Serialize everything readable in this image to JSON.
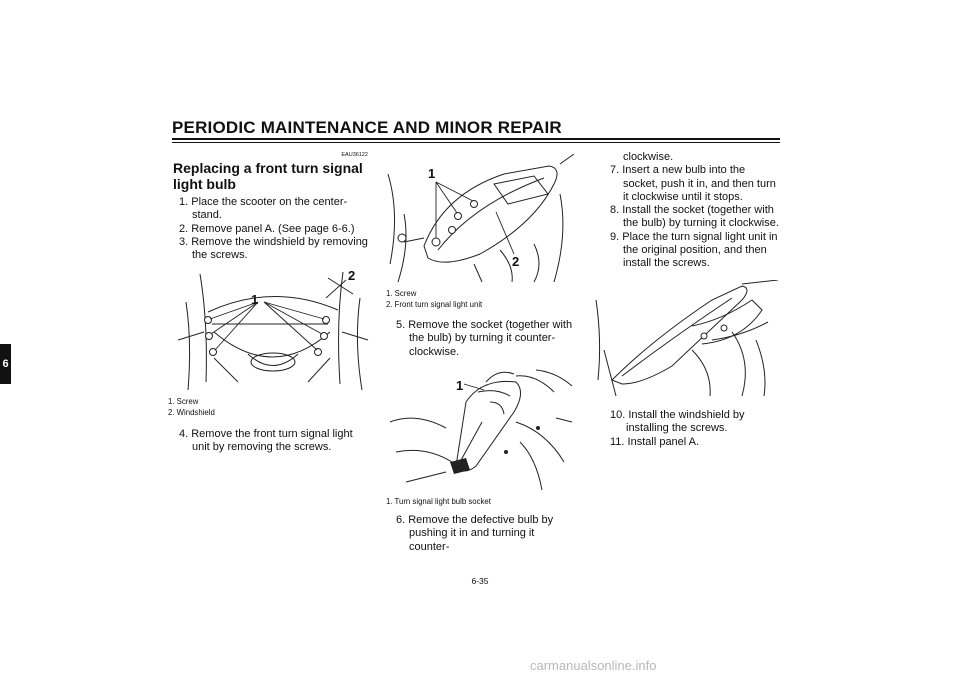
{
  "header": {
    "title": "PERIODIC MAINTENANCE AND MINOR REPAIR"
  },
  "chapter_tab": "6",
  "section": {
    "code": "EAU36122",
    "title": "Replacing a front turn signal light bulb"
  },
  "col1": {
    "steps": [
      "1. Place the scooter on the center-stand.",
      "2. Remove panel A. (See page 6-6.)",
      "3. Remove the windshield by removing the screws."
    ],
    "figure1": {
      "callouts": [
        "1",
        "2"
      ],
      "captions": [
        "1. Screw",
        "2. Windshield"
      ]
    },
    "step4": "4. Remove the front turn signal light unit by removing the screws."
  },
  "col2": {
    "figure2": {
      "callouts": [
        "1",
        "2"
      ],
      "captions": [
        "1. Screw",
        "2. Front turn signal light unit"
      ]
    },
    "step5": "5. Remove the socket (together with the bulb) by turning it counter-clockwise.",
    "figure3": {
      "callouts": [
        "1"
      ],
      "captions": [
        "1. Turn signal light bulb socket"
      ]
    },
    "step6": "6. Remove the defective bulb by pushing it in and turning it counter-"
  },
  "col3": {
    "continuation": "clockwise.",
    "steps": [
      "7. Insert a new bulb into the socket, push it in, and then turn it clockwise until it stops.",
      "8. Install the socket (together with the bulb) by turning it clockwise.",
      "9. Place the turn signal light unit in the original position, and then install the screws."
    ],
    "steps_after": [
      "10. Install the windshield by installing the screws.",
      "11. Install panel A."
    ]
  },
  "footer": {
    "page_number": "6-35",
    "watermark": "carmanualsonline.info"
  }
}
